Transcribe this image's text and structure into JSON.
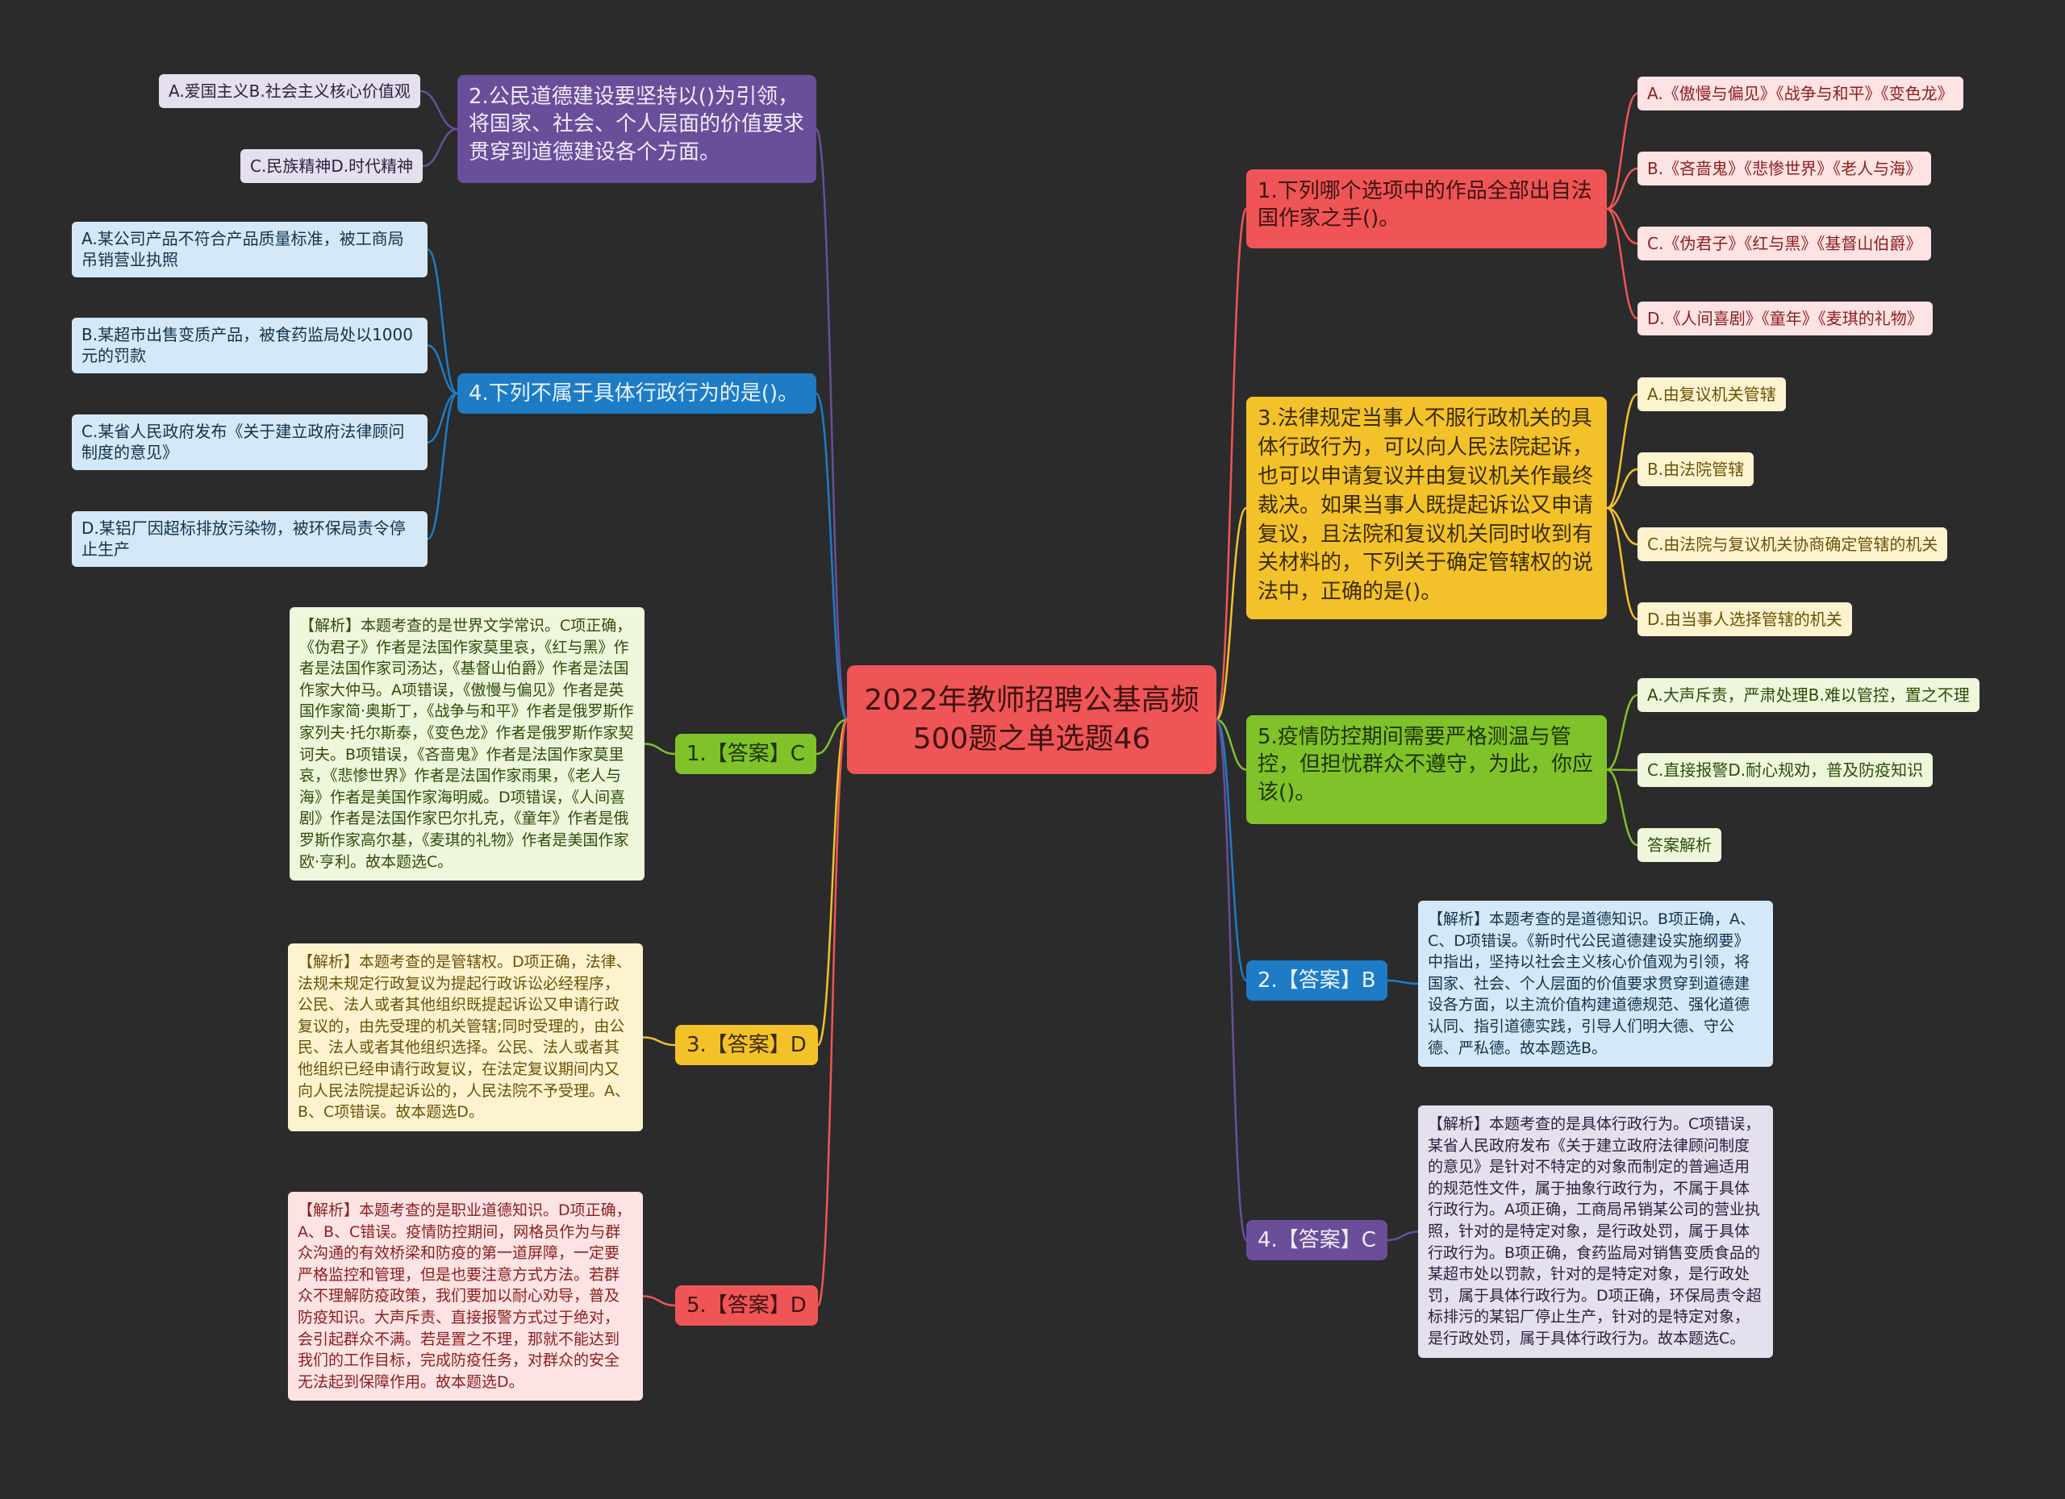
{
  "colors": {
    "background": "#2b2b2b",
    "red": "#ef5556",
    "yellow": "#f3c22b",
    "green": "#7fc22a",
    "blue": "#1e7cc6",
    "purple": "#6a4e9a",
    "pale_red": "#fde3e3",
    "pale_yellow": "#fdf4cf",
    "pale_green": "#eef7dc",
    "pale_blue": "#d4e8f7",
    "pale_purple": "#e5e0ee"
  },
  "root": {
    "title": "2022年教师招聘公基高频500题之单选题46"
  },
  "q1": {
    "question": "1.下列哪个选项中的作品全部出自法国作家之手()。",
    "options": [
      "A.《傲慢与偏见》《战争与和平》《变色龙》",
      "B.《吝啬鬼》《悲惨世界》《老人与海》",
      "C.《伪君子》《红与黑》《基督山伯爵》",
      "D.《人间喜剧》《童年》《麦琪的礼物》"
    ]
  },
  "q3": {
    "question": "3.法律规定当事人不服行政机关的具体行政行为，可以向人民法院起诉，也可以申请复议并由复议机关作最终裁决。如果当事人既提起诉讼又申请复议，且法院和复议机关同时收到有关材料的，下列关于确定管辖权的说法中，正确的是()。",
    "options": [
      "A.由复议机关管辖",
      "B.由法院管辖",
      "C.由法院与复议机关协商确定管辖的机关",
      "D.由当事人选择管辖的机关"
    ]
  },
  "q5": {
    "question": "5.疫情防控期间需要严格测温与管控，但担忧群众不遵守，为此，你应该()。",
    "options": [
      "A.大声斥责，严肃处理B.难以管控，置之不理",
      "C.直接报警D.耐心规劝，普及防疫知识",
      "答案解析"
    ]
  },
  "a2": {
    "label": "2.【答案】B",
    "explanation": "【解析】本题考查的是道德知识。B项正确，A、C、D项错误。《新时代公民道德建设实施纲要》中指出，坚持以社会主义核心价值观为引领，将国家、社会、个人层面的价值要求贯穿到道德建设各方面，以主流价值构建道德规范、强化道德认同、指引道德实践，引导人们明大德、守公德、严私德。故本题选B。"
  },
  "a4": {
    "label": "4.【答案】C",
    "explanation": "【解析】本题考查的是具体行政行为。C项错误，某省人民政府发布《关于建立政府法律顾问制度的意见》是针对不特定的对象而制定的普遍适用的规范性文件，属于抽象行政行为，不属于具体行政行为。A项正确，工商局吊销某公司的营业执照，针对的是特定对象，是行政处罚，属于具体行政行为。B项正确，食药监局对销售变质食品的某超市处以罚款，针对的是特定对象，是行政处罚，属于具体行政行为。D项正确，环保局责令超标排污的某铝厂停止生产，针对的是特定对象，是行政处罚，属于具体行政行为。故本题选C。"
  },
  "q2": {
    "question": "2.公民道德建设要坚持以()为引领，将国家、社会、个人层面的价值要求贯穿到道德建设各个方面。",
    "options": [
      "A.爱国主义B.社会主义核心价值观",
      "C.民族精神D.时代精神"
    ]
  },
  "q4": {
    "question": "4.下列不属于具体行政行为的是()。",
    "options": [
      "A.某公司产品不符合产品质量标准，被工商局吊销营业执照",
      "B.某超市出售变质产品，被食药监局处以1000元的罚款",
      "C.某省人民政府发布《关于建立政府法律顾问制度的意见》",
      "D.某铝厂因超标排放污染物，被环保局责令停止生产"
    ]
  },
  "a1": {
    "label": "1.【答案】C",
    "explanation": "【解析】本题考查的是世界文学常识。C项正确，《伪君子》作者是法国作家莫里哀，《红与黑》作者是法国作家司汤达，《基督山伯爵》作者是法国作家大仲马。A项错误，《傲慢与偏见》作者是英国作家简·奥斯丁，《战争与和平》作者是俄罗斯作家列夫·托尔斯泰，《变色龙》作者是俄罗斯作家契诃夫。B项错误，《吝啬鬼》作者是法国作家莫里哀，《悲惨世界》作者是法国作家雨果，《老人与海》作者是美国作家海明威。D项错误，《人间喜剧》作者是法国作家巴尔扎克，《童年》作者是俄罗斯作家高尔基，《麦琪的礼物》作者是美国作家欧·亨利。故本题选C。"
  },
  "a3": {
    "label": "3.【答案】D",
    "explanation": "【解析】本题考查的是管辖权。D项正确，法律、法规未规定行政复议为提起行政诉讼必经程序，公民、法人或者其他组织既提起诉讼又申请行政复议的，由先受理的机关管辖;同时受理的，由公民、法人或者其他组织选择。公民、法人或者其他组织已经申请行政复议，在法定复议期间内又向人民法院提起诉讼的，人民法院不予受理。A、B、C项错误。故本题选D。"
  },
  "a5": {
    "label": "5.【答案】D",
    "explanation": "【解析】本题考查的是职业道德知识。D项正确，A、B、C错误。疫情防控期间，网格员作为与群众沟通的有效桥梁和防疫的第一道屏障，一定要严格监控和管理，但是也要注意方式方法。若群众不理解防疫政策，我们要加以耐心劝导，普及防疫知识。大声斥责、直接报警方式过于绝对，会引起群众不满。若是置之不理，那就不能达到我们的工作目标，完成防疫任务，对群众的安全无法起到保障作用。故本题选D。"
  }
}
